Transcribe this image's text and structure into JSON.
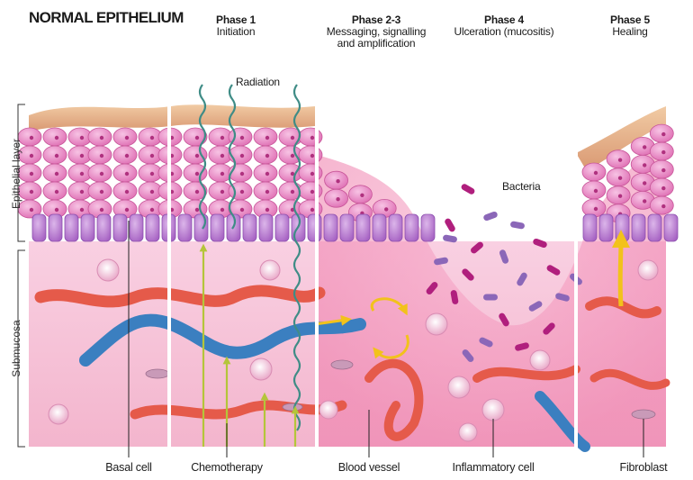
{
  "title": "NORMAL EPITHELIUM",
  "phases": [
    {
      "title": "Phase 1",
      "subtitle": "Initiation"
    },
    {
      "title": "Phase 2-3",
      "subtitle_line1": "Messaging, signalling",
      "subtitle_line2": "and amplification"
    },
    {
      "title": "Phase 4",
      "subtitle": "Ulceration (mucositis)"
    },
    {
      "title": "Phase 5",
      "subtitle": "Healing"
    }
  ],
  "layers": {
    "epithelial": "Epithelial layer",
    "submucosa": "Submucosa"
  },
  "callouts": {
    "radiation": "Radiation",
    "bacteria": "Bacteria"
  },
  "bottom_labels": [
    "Basal cell",
    "Chemotherapy",
    "Blood vessel",
    "Inflammatory cell",
    "Fibroblast"
  ],
  "colors": {
    "keratin": "#e9b28a",
    "epithelial_cell": "#e97fc0",
    "basal_cell": "#c07fcf",
    "submucosa": "#f6c2d7",
    "artery": "#e55a4a",
    "vein": "#3b7fc0",
    "radiation_wave": "#3f8c86",
    "chemo_arrow": "#b4c53a",
    "signal_arrow": "#f2c21b",
    "bacteria_magenta": "#b01f7d",
    "bacteria_purple": "#8b67b8"
  }
}
